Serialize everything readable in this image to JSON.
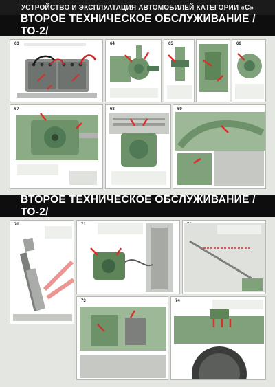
{
  "header": {
    "title": "УСТРОЙСТВО И ЭКСПЛУАТАЦИЯ АВТОМОБИЛЕЙ КАТЕГОРИИ «С»"
  },
  "section_top": {
    "title": "ВТОРОЕ ТЕХНИЧЕСКОЕ ОБСЛУЖИВАНИЕ /ТО-2/"
  },
  "section_bottom": {
    "title": "ВТОРОЕ ТЕХНИЧЕСКОЕ ОБСЛУЖИВАНИЕ /ТО-2/"
  },
  "panels": {
    "p63": "63",
    "p64": "64",
    "p65": "65",
    "p66": "66",
    "p67": "67",
    "p68": "68",
    "p69": "69",
    "p70": "70",
    "p71": "71",
    "p72": "72",
    "p73": "73",
    "p74": "74"
  },
  "colors": {
    "green": "#7fa27a",
    "dark_green": "#4f7a55",
    "red_arrow": "#d9302a",
    "header_bg": "#0e0e0e"
  }
}
